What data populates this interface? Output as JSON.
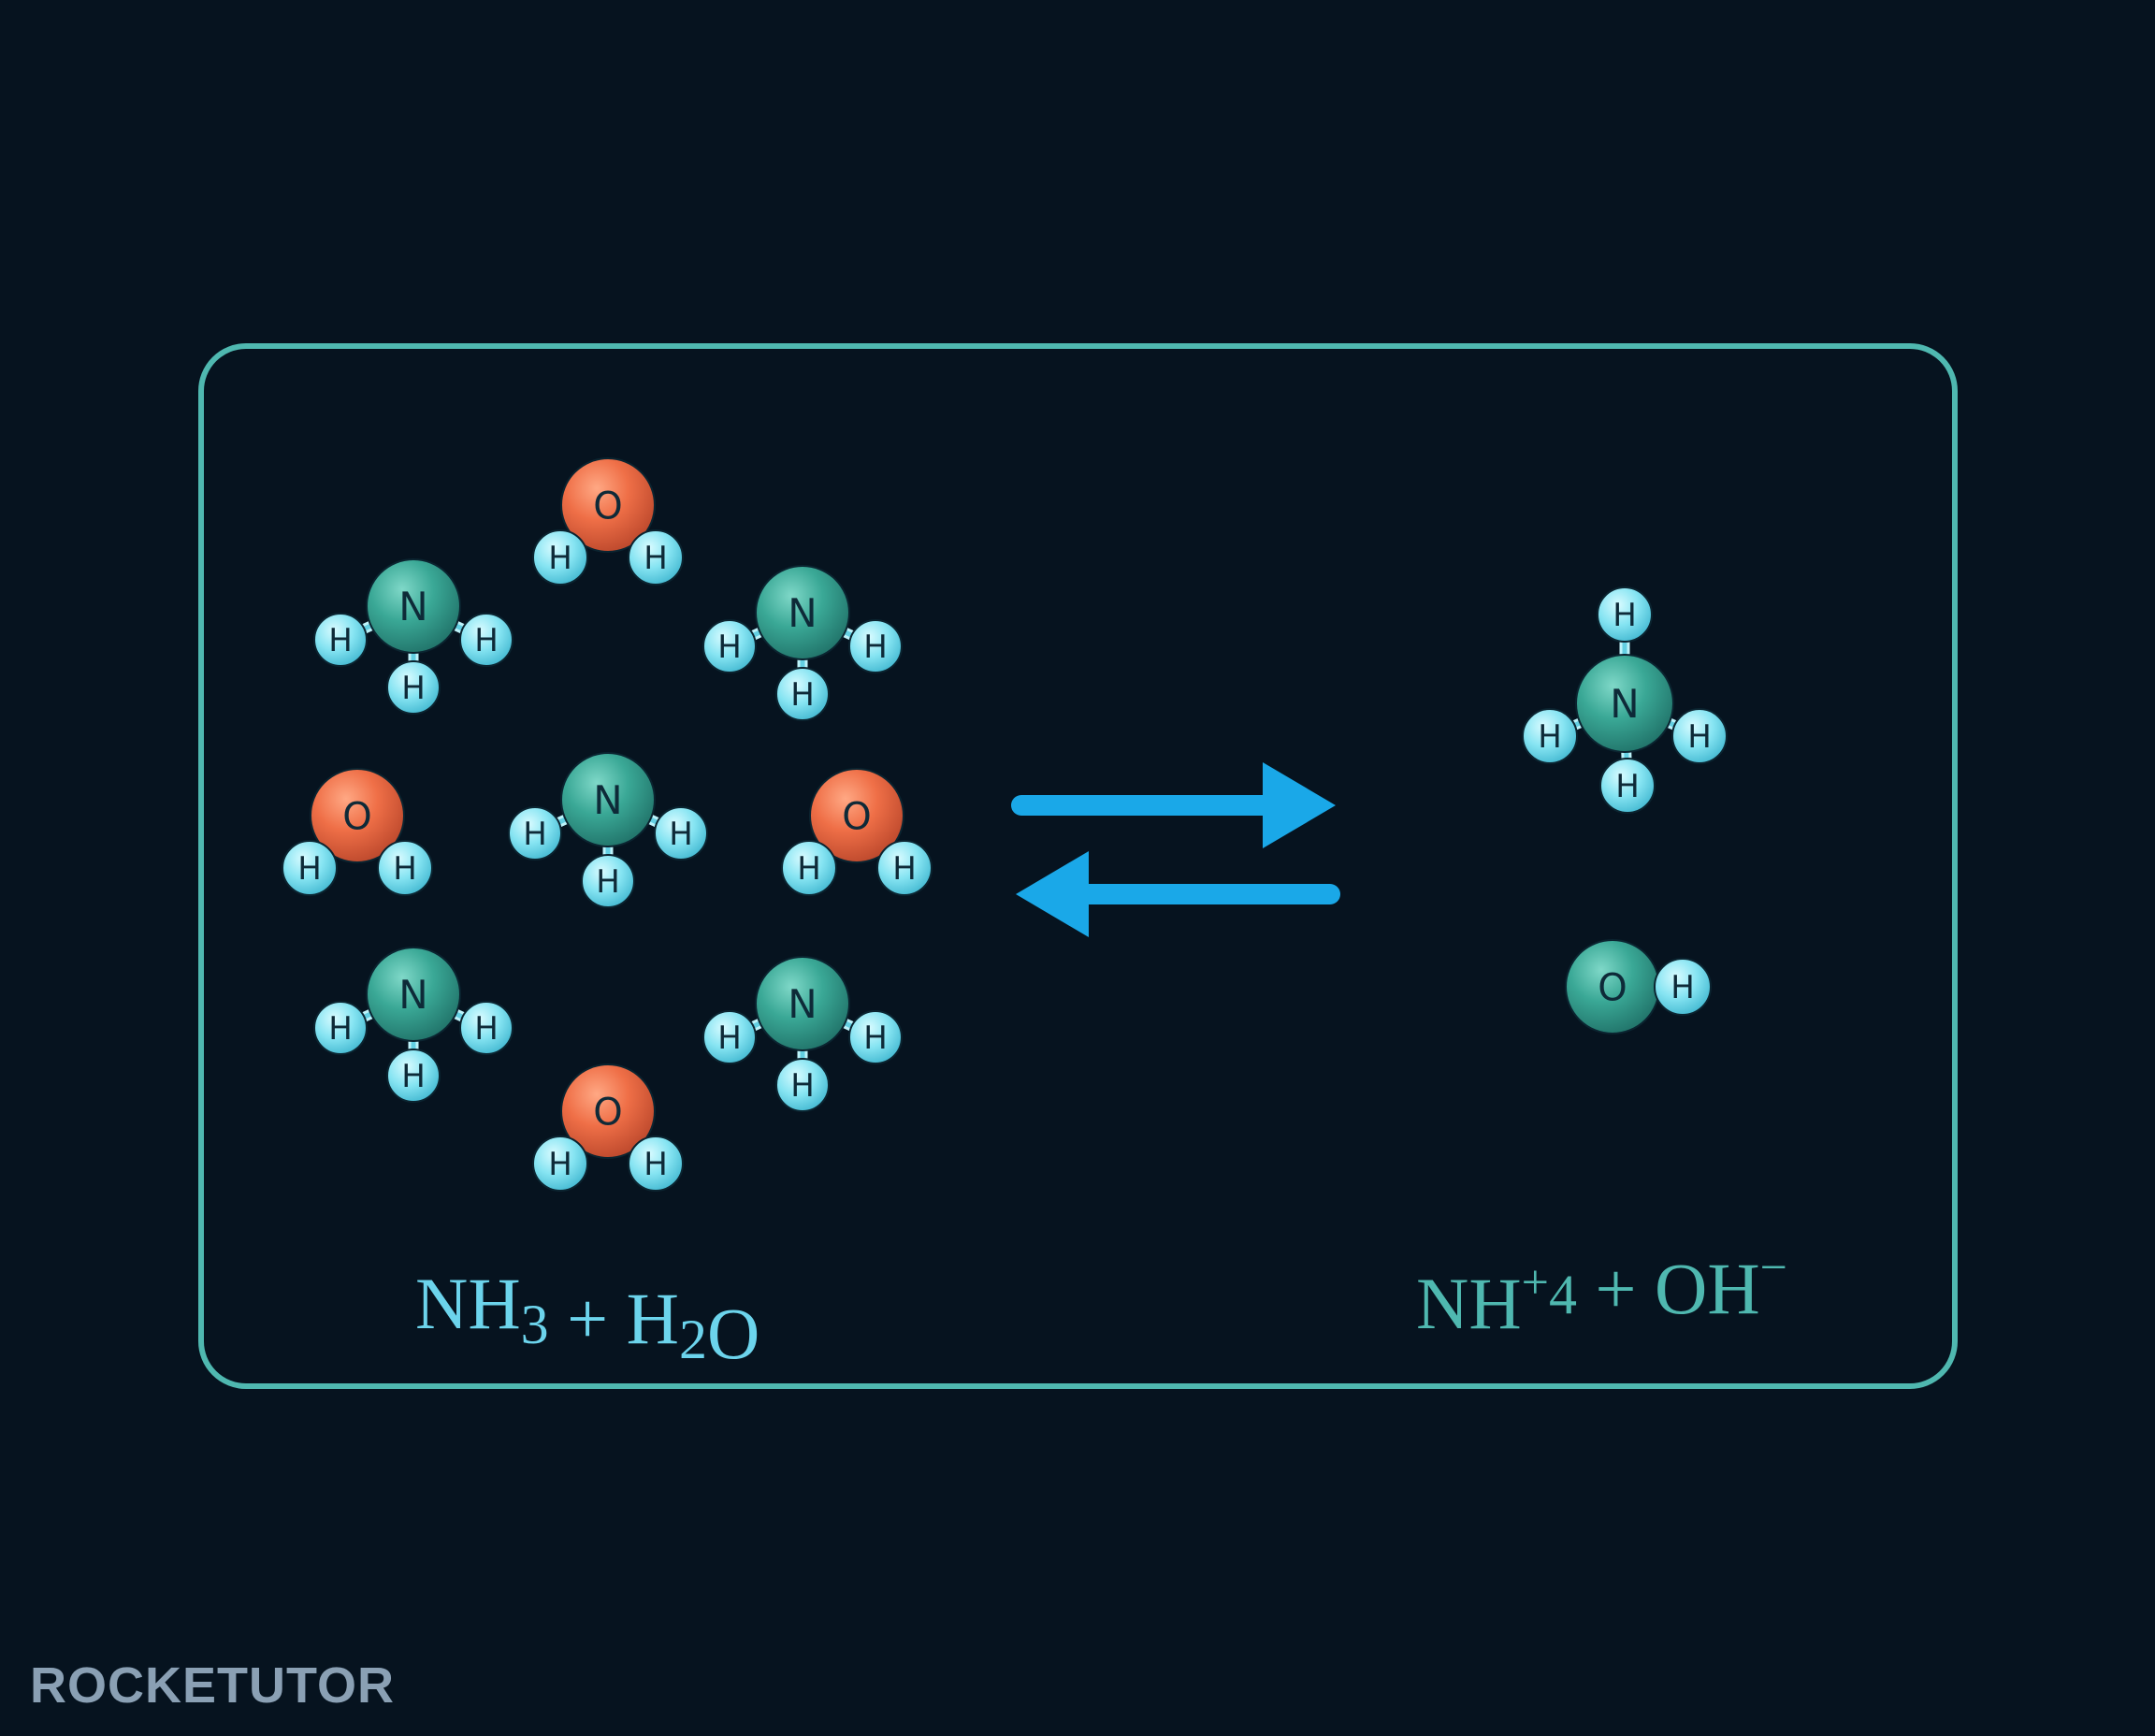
{
  "diagram": {
    "reactant_equation": {
      "parts": [
        {
          "text": "NH",
          "baseline": "base"
        },
        {
          "text": "3",
          "baseline": "sub"
        },
        {
          "text": " + ",
          "baseline": "base"
        },
        {
          "text": "H",
          "baseline": "base"
        },
        {
          "text": "2",
          "baseline": "sub"
        },
        {
          "text": "O",
          "baseline": "base"
        }
      ]
    },
    "product_equation": {
      "parts": [
        {
          "text": "NH",
          "baseline": "base"
        },
        {
          "text": "+",
          "baseline": "super"
        },
        {
          "text": "4",
          "baseline": "sub"
        },
        {
          "text": " + ",
          "baseline": "base"
        },
        {
          "text": "OH",
          "baseline": "base"
        },
        {
          "text": "−",
          "baseline": "super"
        }
      ]
    },
    "atom_labels": {
      "nitrogen": "N",
      "oxygen": "O",
      "hydrogen": "H"
    },
    "reactant_molecules": [
      "NH3",
      "H2O",
      "NH3",
      "H2O",
      "NH3",
      "H2O",
      "NH3",
      "NH3",
      "H2O"
    ],
    "product_molecules": [
      "NH4+",
      "OH-"
    ],
    "arrow_type": "reversible-equilibrium"
  },
  "brand": {
    "logo_text": "ROCKETUTOR"
  },
  "colors": {
    "background": "#06131f",
    "frame": "#4fb8b0",
    "nitrogen": "#3aa896",
    "oxygen": "#ef6f47",
    "hydroxide_oxygen": "#3aa896",
    "hydrogen": "#7fe1f0",
    "arrow": "#1aa8e8",
    "reactant_text": "#6cd4ec",
    "product_text": "#4fb8b0"
  }
}
